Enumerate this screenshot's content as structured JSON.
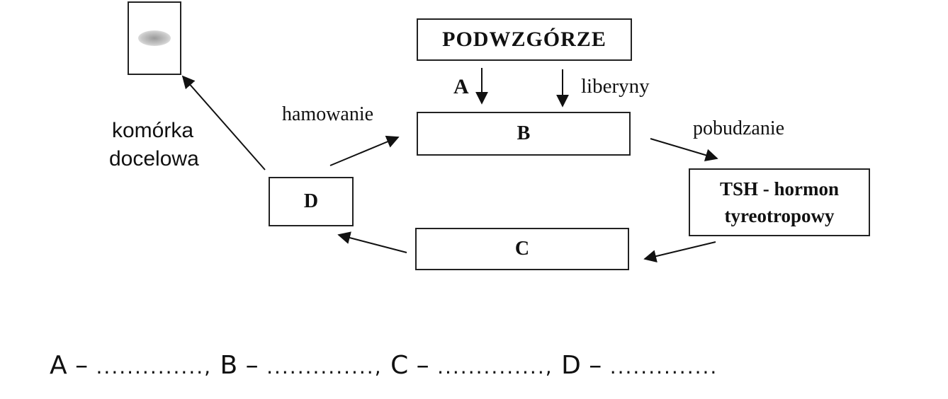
{
  "diagram": {
    "hypothalamus": "PODWZGÓRZE",
    "label_a": "A",
    "label_liberins": "liberyny",
    "box_b": "B",
    "box_c": "C",
    "box_d": "D",
    "tsh_line1": "TSH - hormon",
    "tsh_line2": "tyreotropowy",
    "inhibition": "hamowanie",
    "stimulation": "pobudzanie",
    "target_cell_line1": "komórka",
    "target_cell_line2": "docelowa"
  },
  "answer_line": {
    "a_label": "A –",
    "a_blank": "..............,",
    "b_label": "B –",
    "b_blank": "..............,",
    "c_label": "C –",
    "c_blank": "..............,",
    "d_label": "D –",
    "d_blank": ".............."
  },
  "colors": {
    "ink": "#111111",
    "background": "#ffffff"
  }
}
